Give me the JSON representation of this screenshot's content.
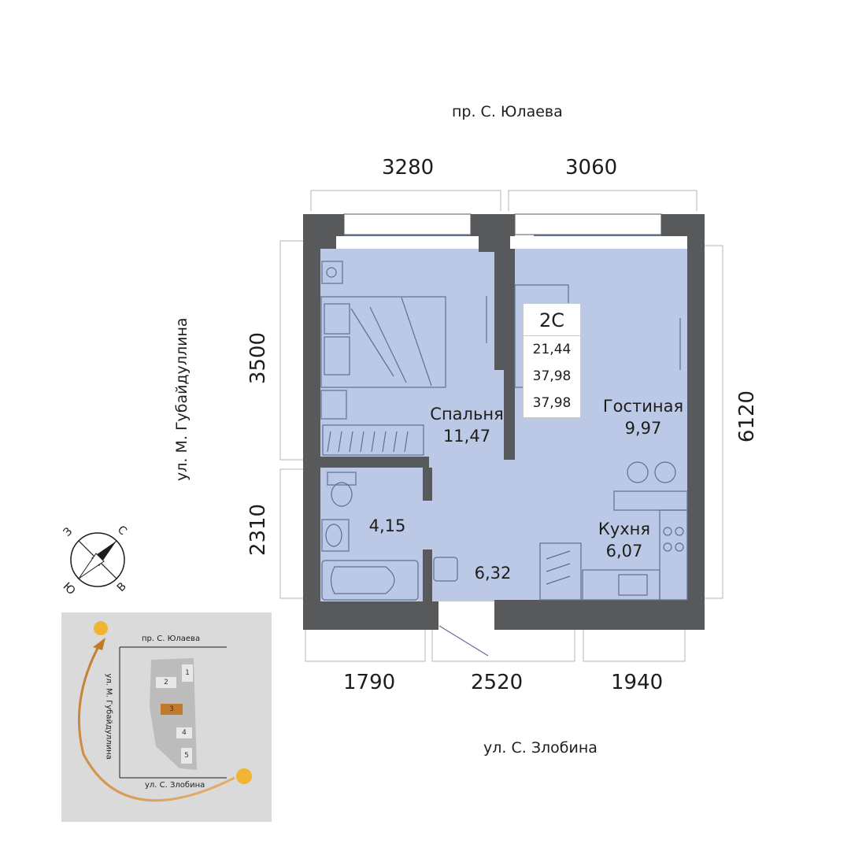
{
  "streets": {
    "north": "пр. С. Юлаева",
    "south": "ул. С. Злобина",
    "west": "ул. М. Губайдуллина"
  },
  "dimensions": {
    "top_left": "3280",
    "top_right": "3060",
    "left_top": "3500",
    "left_bottom": "2310",
    "right": "6120",
    "bottom_left": "1790",
    "bottom_middle": "2520",
    "bottom_right": "1940"
  },
  "badge": {
    "code": "2С",
    "living_area": "21,44",
    "total_area": "37,98",
    "total_area_with_balcony": "37,98"
  },
  "rooms": {
    "bedroom": {
      "name": "Спальня",
      "area": "11,47"
    },
    "living": {
      "name": "Гостиная",
      "area": "9,97"
    },
    "kitchen": {
      "name": "Кухня",
      "area": "6,07"
    },
    "bathroom": {
      "area": "4,15"
    },
    "hall": {
      "area": "6,32"
    }
  },
  "compass": {
    "north": "С",
    "east": "В",
    "south": "Ю",
    "west": "З"
  },
  "minimap": {
    "street_north": "пр. С. Юлаева",
    "street_west": "ул. М. Губайдуллина",
    "street_south": "ул. С. Злобина",
    "buildings": [
      "1",
      "2",
      "3",
      "4",
      "5"
    ],
    "highlighted_building": "3",
    "highlight_color": "#c07a2b",
    "sun_icon": "sun-icon"
  },
  "colors": {
    "wall": "#58595b",
    "floor": "#bcc9e6",
    "fixture_line": "#5f6f92"
  }
}
